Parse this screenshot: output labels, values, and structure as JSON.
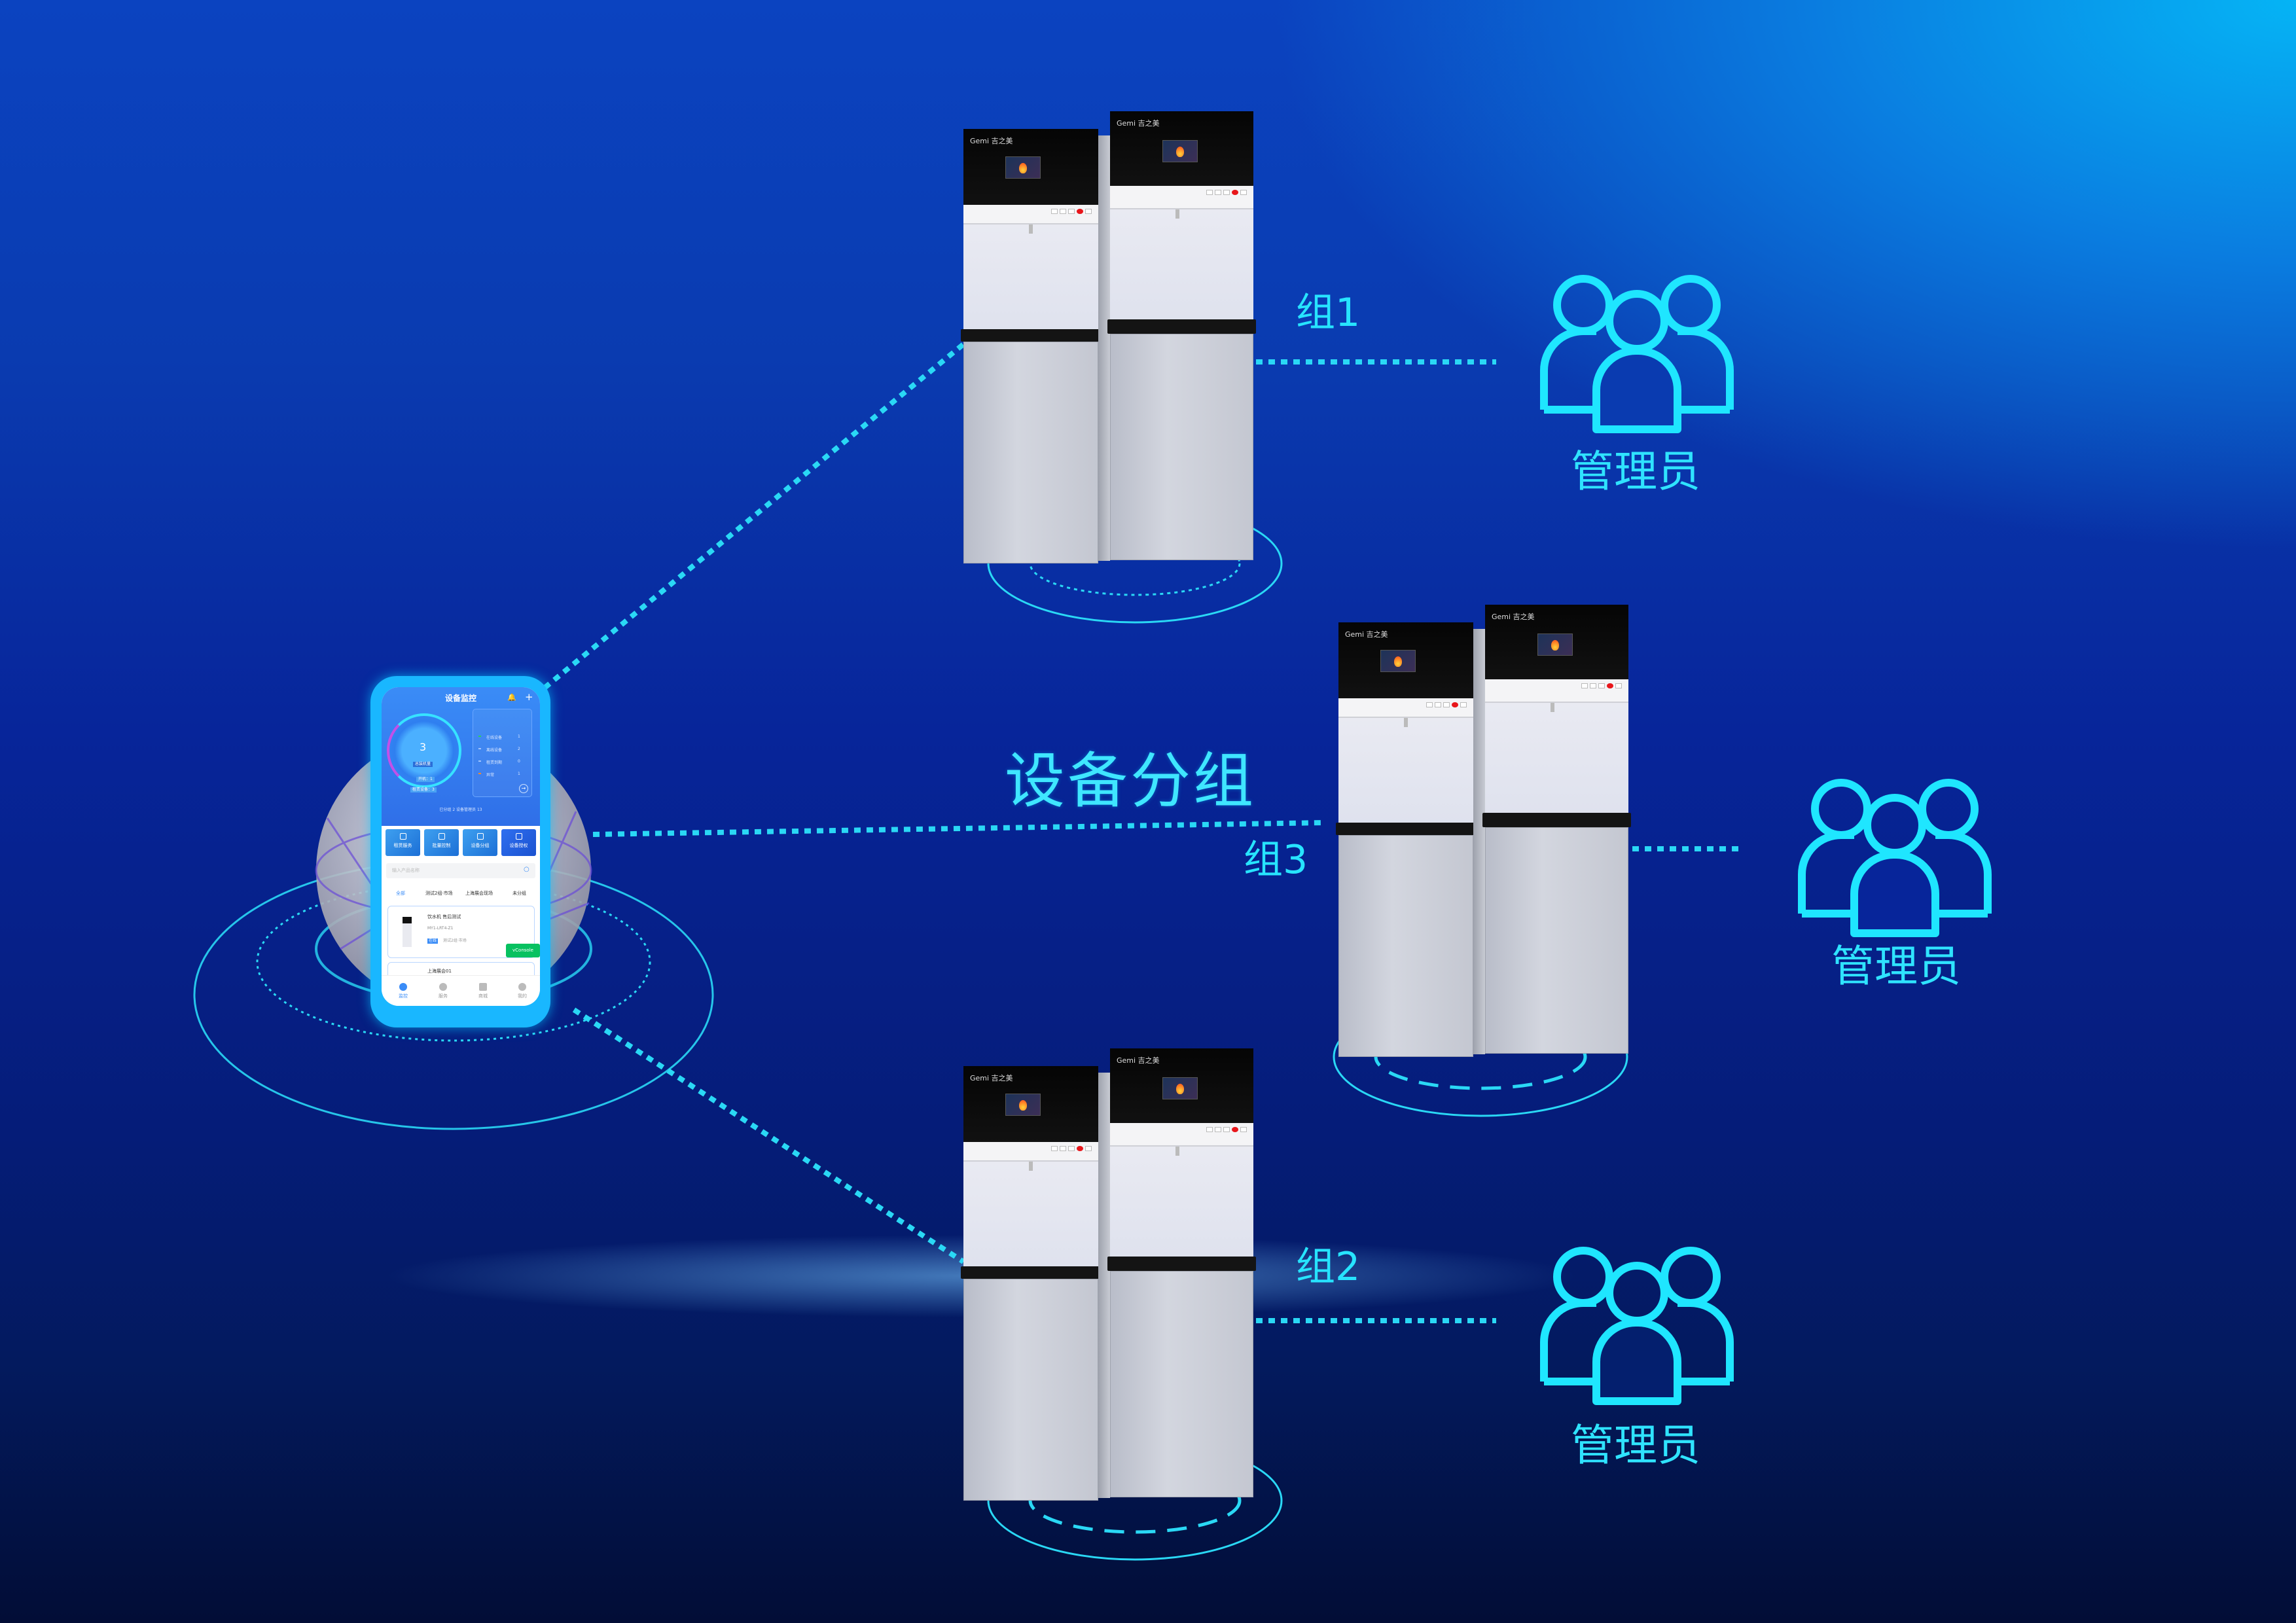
{
  "diagram": {
    "title": "设备分组",
    "groups": [
      {
        "label": "组1",
        "admin_label": "管理员"
      },
      {
        "label": "组3",
        "admin_label": "管理员"
      },
      {
        "label": "组2",
        "admin_label": "管理员"
      }
    ],
    "dispenser_brand": "Gemi 吉之美",
    "colors": {
      "accent": "#27e4ff",
      "line": "#2ad8f5",
      "phone_frame": "#19b7ff"
    }
  },
  "phone": {
    "title": "设备监控",
    "gauge": {
      "total": "3",
      "total_label": "总装机量",
      "on_label": "开机：1",
      "rent_label": "租赁设备：3"
    },
    "stats": [
      {
        "label": "在线设备",
        "value": "1",
        "color": "#2bd15a"
      },
      {
        "label": "离线设备",
        "value": "2",
        "color": "#9fc4ff"
      },
      {
        "label": "租赁到期",
        "value": "0",
        "color": "#9fc4ff"
      },
      {
        "label": "异常",
        "value": "1",
        "color": "#ff8a2a"
      }
    ],
    "summary": "已分组 2 设备管理员 13",
    "tiles": [
      "租赁服务",
      "批量控制",
      "设备分组",
      "设备授权"
    ],
    "search_placeholder": "输入产品名称",
    "tabs": [
      "全部",
      "测试2组·市场",
      "上海展会现场",
      "未分组"
    ],
    "cards": [
      {
        "name": "饮水机 售后测试",
        "model": "MY1-LRT4-Z1",
        "status": "在线",
        "group": "测试2组·市场"
      },
      {
        "name": "上海展会01"
      }
    ],
    "vconsole": "vConsole",
    "nav": [
      "监控",
      "服务",
      "商城",
      "我的"
    ]
  }
}
